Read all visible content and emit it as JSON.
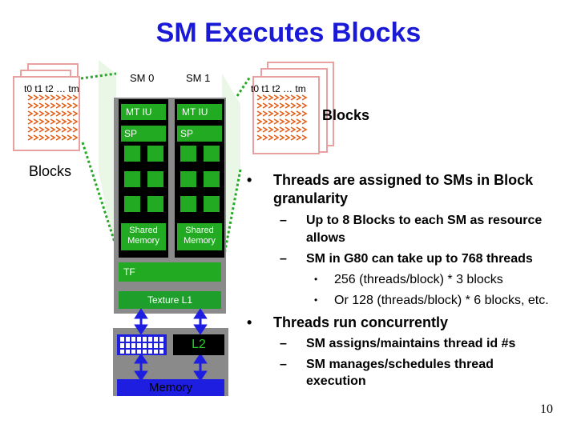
{
  "title": "SM Executes Blocks",
  "sm0_label": "SM 0",
  "sm1_label": "SM 1",
  "threads_left": "t0 t1 t2 … tm",
  "threads_right": "t0 t1 t2 … tm",
  "blocks_left": "Blocks",
  "blocks_right": "Blocks",
  "mt_iu": "MT IU",
  "sp": "SP",
  "shared_memory_line1": "Shared",
  "shared_memory_line2": "Memory",
  "tf": "TF",
  "texture_l1": "Texture L1",
  "l2": "L2",
  "memory": "Memory",
  "bullets": [
    {
      "text_line1": "Threads are assigned to SMs in Block",
      "text_line2": "granularity",
      "subs": [
        {
          "line1": "Up to 8 Blocks to each SM as resource",
          "line2": "allows"
        },
        {
          "line1": "SM in G80 can take up to 768 threads",
          "subsubs": [
            "256 (threads/block) * 3 blocks",
            "Or 128 (threads/block) * 6 blocks, etc."
          ]
        }
      ]
    },
    {
      "text_line1": "Threads run concurrently",
      "subs": [
        {
          "line1": "SM assigns/maintains thread id #s"
        },
        {
          "line1": "SM manages/schedules thread",
          "line2": "execution"
        }
      ]
    }
  ],
  "bullet_char": "•",
  "dash_char": "–",
  "page_number": "10",
  "colors": {
    "title": "#1a1ad6",
    "green": "#22aa22",
    "orange": "#e0601a",
    "blue": "#2a2ab8",
    "memory_blue": "#1e1ee0"
  }
}
